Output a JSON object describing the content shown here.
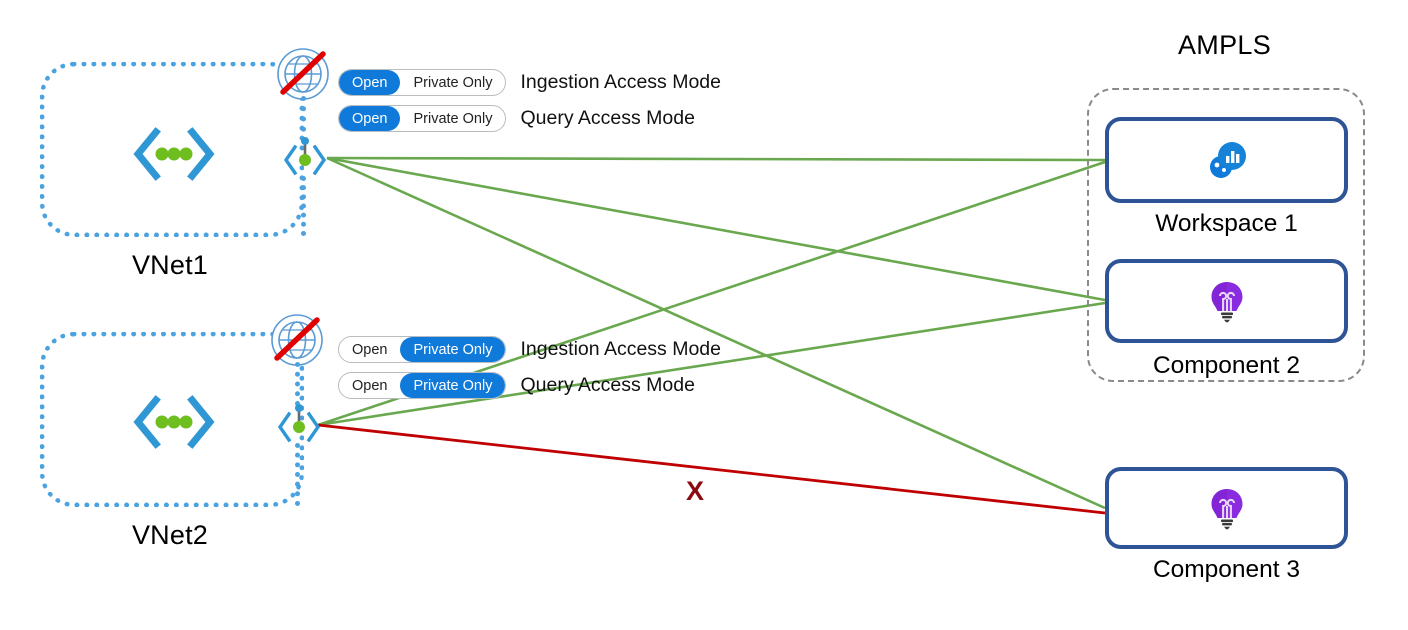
{
  "diagram": {
    "title_visible": false,
    "colors": {
      "allowed_link": "#6aa84f",
      "blocked_link": "#c00000",
      "vnet_border": "#4aa3e0",
      "resource_border": "#2f5496",
      "ampls_border": "#8a8a8a",
      "toggle_on": "#0f7ad9",
      "x_marker": "#8c0b10",
      "workspace_icon": "#0f7ad9",
      "component_icon": "#8a2be0"
    }
  },
  "vnets": [
    {
      "id": "vnet1",
      "label": "VNet1",
      "icon": "vnet-chevron-icon",
      "internet_icon": "globe-blocked-icon",
      "endpoint_icon": "private-endpoint-icon",
      "settings": [
        {
          "name": "Ingestion Access Mode",
          "options": [
            "Open",
            "Private Only"
          ],
          "selected": "Open"
        },
        {
          "name": "Query Access Mode",
          "options": [
            "Open",
            "Private Only"
          ],
          "selected": "Open"
        }
      ]
    },
    {
      "id": "vnet2",
      "label": "VNet2",
      "icon": "vnet-chevron-icon",
      "internet_icon": "globe-blocked-icon",
      "endpoint_icon": "private-endpoint-icon",
      "settings": [
        {
          "name": "Ingestion Access Mode",
          "options": [
            "Open",
            "Private Only"
          ],
          "selected": "Private Only"
        },
        {
          "name": "Query Access Mode",
          "options": [
            "Open",
            "Private Only"
          ],
          "selected": "Private Only"
        }
      ]
    }
  ],
  "ampls": {
    "title": "AMPLS",
    "resources": [
      {
        "id": "workspace1",
        "label": "Workspace 1",
        "icon": "log-analytics-workspace-icon",
        "in_scope": true
      },
      {
        "id": "component2",
        "label": "Component 2",
        "icon": "application-insights-icon",
        "in_scope": true
      }
    ]
  },
  "external_resources": [
    {
      "id": "component3",
      "label": "Component 3",
      "icon": "application-insights-icon",
      "in_scope": false
    }
  ],
  "connections": [
    {
      "from": "vnet1",
      "to": "workspace1",
      "status": "allowed"
    },
    {
      "from": "vnet1",
      "to": "component2",
      "status": "allowed"
    },
    {
      "from": "vnet1",
      "to": "component3",
      "status": "allowed"
    },
    {
      "from": "vnet2",
      "to": "workspace1",
      "status": "allowed"
    },
    {
      "from": "vnet2",
      "to": "component2",
      "status": "allowed"
    },
    {
      "from": "vnet2",
      "to": "component3",
      "status": "blocked",
      "marker": "X"
    }
  ],
  "markers": {
    "blocked_marker": "X"
  }
}
